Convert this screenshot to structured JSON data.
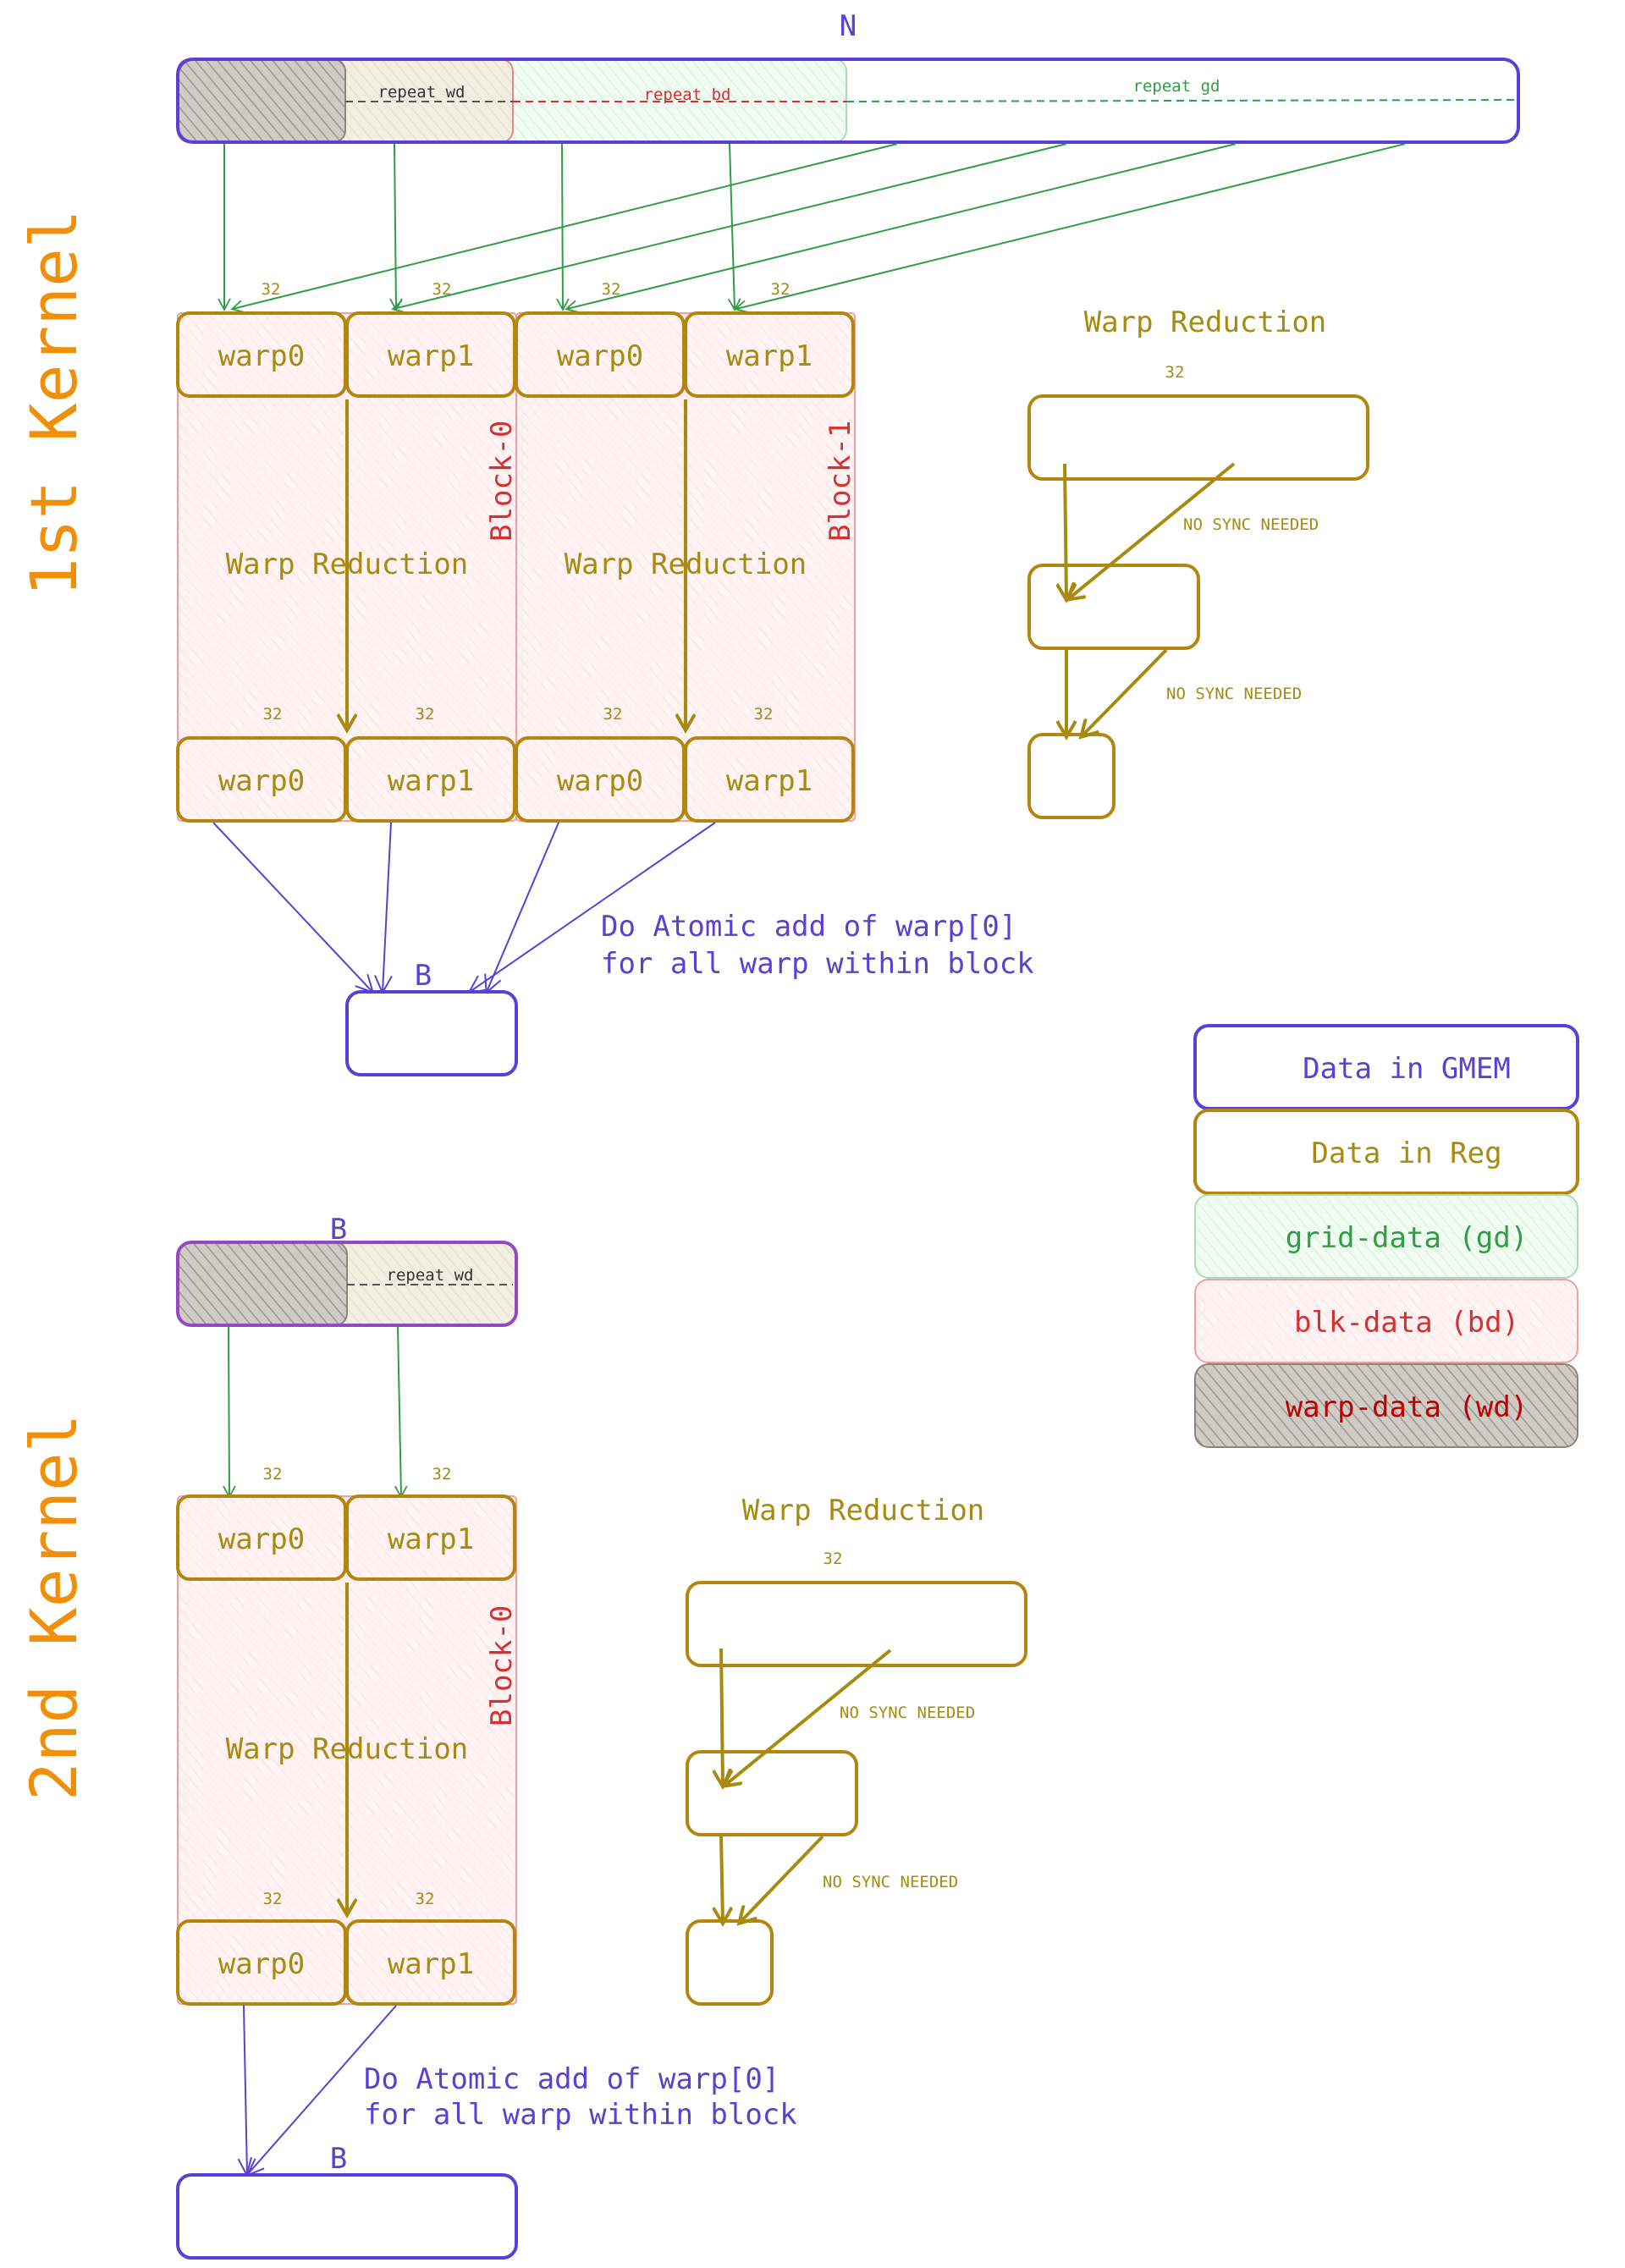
{
  "kernel1": {
    "side_label": "1st Kernel",
    "gmem_top_label": "N",
    "repeat_wd": "repeat wd",
    "repeat_bd": "repeat bd",
    "repeat_gd": "repeat gd",
    "count_32": "32",
    "warp0": "warp0",
    "warp1": "warp1",
    "block0": "Block-0",
    "block1": "Block-1",
    "warp_reduction": "Warp Reduction",
    "atomic_line1": "Do Atomic add of warp[0]",
    "atomic_line2": "for all warp within block",
    "out_label": "B",
    "tree_title": "Warp Reduction",
    "tree_count": "32",
    "no_sync": "NO SYNC NEEDED"
  },
  "kernel2": {
    "side_label": "2nd Kernel",
    "gmem_top_label": "B",
    "repeat_wd": "repeat wd",
    "count_32": "32",
    "warp0": "warp0",
    "warp1": "warp1",
    "block0": "Block-0",
    "warp_reduction": "Warp Reduction",
    "atomic_line1": "Do Atomic add of warp[0]",
    "atomic_line2": "for all warp within block",
    "out_label": "B",
    "tree_title": "Warp Reduction",
    "tree_count": "32",
    "no_sync": "NO SYNC NEEDED"
  },
  "legend": {
    "gmem": "Data in GMEM",
    "reg": "Data in Reg",
    "grid": "grid-data (gd)",
    "blk": "blk-data (bd)",
    "warp": "warp-data (wd)"
  },
  "colors": {
    "gmem": "#5b3fd6",
    "reg": "#a88a10",
    "grid": "#2f9e44",
    "blk": "#d63030",
    "warp": "#c00000",
    "kernel_label": "#f0900a"
  }
}
